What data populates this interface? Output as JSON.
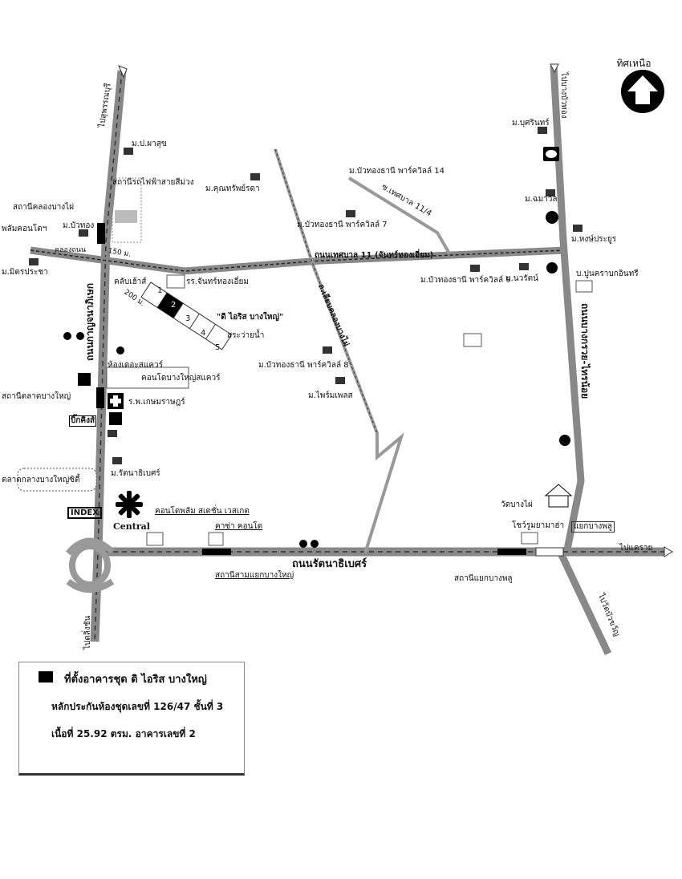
{
  "map": {
    "north_label": "ทิศเหนือ",
    "roads": {
      "rattanathibet": "ถนนรัตนาธิเบศร์",
      "kanchanaphisek": "ถนนกาญจนาภิเษก",
      "bangkruai_sainoi": "ถนนบางกรวย-ไทรน้อย",
      "tesaban11": "ถนนเทศบาล 11 (จันทร์ทองเอี่ยม)",
      "khlong_bangphai": "ถ.เลียบคลองบางไผ่",
      "tesaban_11_4": "ซ.เทศบาล 11/4"
    },
    "directions": {
      "to_suphan": "ไปสุพรรณบุรี",
      "to_bangbuathong": "ไปบางบัวทอง",
      "to_taling_chan": "ไปตลิ่งชัน",
      "to_khae_rai": "ไปแคราย",
      "to_wat_bua_khwan": "ไปวัดบัวขวัญ"
    },
    "labels": {
      "purple_line_station": "สถานีรถไฟฟ้าสายสีม่วง",
      "st_khlong_bangphai": "สถานีคลองบางไผ่",
      "plum_condo": "พลัมคอนโดฯ",
      "khlong_thanon": "คลองถนน",
      "m_buathong": "ม.บัวทอง",
      "m_mitprachar": "ม.มิตรประชา",
      "m_pasuk": "ม.ป.ผาสุข",
      "m_khunsap": "ม.คุณทรัพย์รดา",
      "m_buathong_thani14": "ม.บัวทองธานี พาร์ควิลล์ 14",
      "m_buathong_thani7": "ม.บัวทองธานี พาร์ควิลล์ 7",
      "m_buathong_thani9": "ม.บัวทองธานี พาร์ควิลล์ 9",
      "m_buathong_thani8": "ม.บัวทองธานี พาร์ควิลล์ 8",
      "m_buriin": "ม.บุศรินทร์",
      "m_chamari": "ม.ฉมาวัล",
      "m_hongprayoon": "ม.หงษ์ประยูร",
      "m_nawarat": "ม.นวรัตน์",
      "m_primplace": "ม.ไพร์มเพลส",
      "m_rattanathibet": "ม.รัตนาธิเบศร์",
      "cement": "บ.ปูนคราบกอินทรี",
      "school": "รร.จันทร์ทองเอี่ยม",
      "club": "คลับเฮ้าส์",
      "dist_150": "150 ม.",
      "dist_200": "200 ม.",
      "project": "\"ดิ ไอริส บางใหญ่\"",
      "pool": "สระว่ายน้ำ",
      "house_the_square": "ห้องเดอะสแควร์",
      "condo_bangyai_square": "คอนโดบางใหญ่สแควร์",
      "st_talad_bangyai": "สถานีตลาดบางใหญ่",
      "hospital": "ร.พ.เกษมราษฎร์",
      "bigc": "บิ๊กคิงส์",
      "market": "ตลาดกลางบางใหญ่ซิตี้",
      "index": "INDEX",
      "central": "Central",
      "plum_station": "คอนโดพลัม สเตชั่น เวสเกต",
      "casa_condo": "คาซ่า คอนโด",
      "st_samyaek": "สถานีสามแยกบางใหญ่",
      "wat_bangphai": "วัดบางไผ่",
      "showroom": "โชว์รูมยามาฮ่า",
      "yaek_bangphlu": "แยกบางพลู",
      "st_yaek_bangphlu": "สถานีแยกบางพลู"
    },
    "lot_numbers": [
      "1",
      "2",
      "3",
      "4",
      "5"
    ]
  },
  "legend": {
    "title": "ที่ตั้งอาคารชุด ดิ ไอริส บางใหญ่",
    "line2": "หลักประกันห้องชุดเลขที่ 126/47  ชั้นที่ 3",
    "line3": "เนื้อที่  25.92 ตรม.  อาคารเลขที่ 2"
  }
}
